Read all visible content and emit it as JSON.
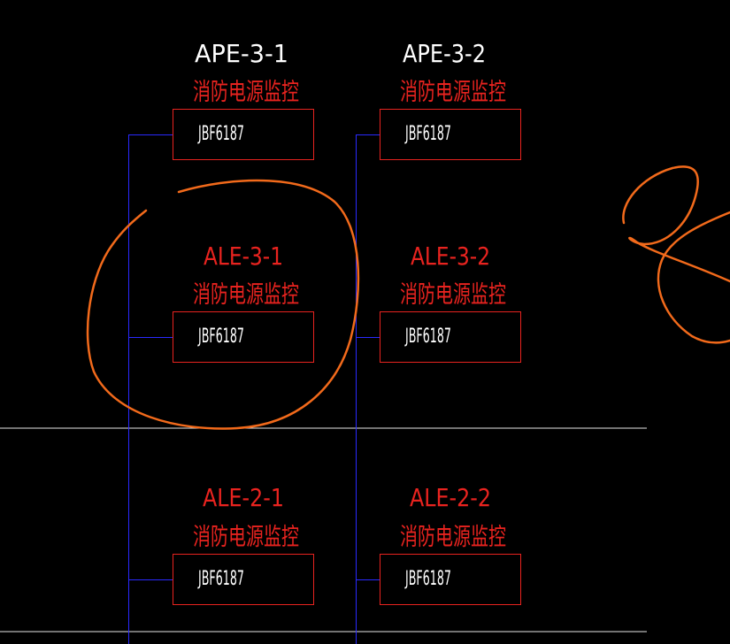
{
  "colors": {
    "background": "#000000",
    "white_text": "#ffffff",
    "red": "#e8231f",
    "blue_line": "#2a2aff",
    "divider": "#e6e6e6",
    "annotation": "#f26a1b"
  },
  "panels": [
    {
      "id": "ape-3-1",
      "name": "APE-3-1",
      "name_color": "white",
      "desc": "消防电源监控",
      "module": "JBF6187"
    },
    {
      "id": "ape-3-2",
      "name": "APE-3-2",
      "name_color": "white",
      "desc": "消防电源监控",
      "module": "JBF6187"
    },
    {
      "id": "ale-3-1",
      "name": "ALE-3-1",
      "name_color": "red",
      "desc": "消防电源监控",
      "module": "JBF6187"
    },
    {
      "id": "ale-3-2",
      "name": "ALE-3-2",
      "name_color": "red",
      "desc": "消防电源监控",
      "module": "JBF6187"
    },
    {
      "id": "ale-2-1",
      "name": "ALE-2-1",
      "name_color": "red",
      "desc": "消防电源监控",
      "module": "JBF6187"
    },
    {
      "id": "ale-2-2",
      "name": "ALE-2-2",
      "name_color": "red",
      "desc": "消防电源监控",
      "module": "JBF6187"
    }
  ]
}
